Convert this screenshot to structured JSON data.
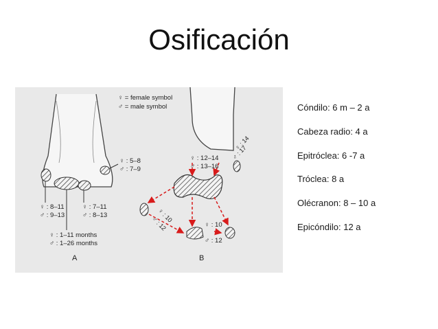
{
  "slide": {
    "title": "Osificación"
  },
  "figure": {
    "legend": {
      "female": "♀ = female symbol",
      "male": "♂ = male symbol"
    },
    "panel_a": {
      "label": "A",
      "labels": {
        "medial_f": "♀ : 5–8",
        "medial_m": "♂ : 7–9",
        "left_f": "♀ : 8–11",
        "left_m": "♂ : 9–13",
        "mid_f": "♀ : 7–11",
        "mid_m": "♂ : 8–13",
        "cap_f": "♀ : 1–11 months",
        "cap_m": "♂ : 1–26 months"
      }
    },
    "panel_b": {
      "label": "B",
      "labels": {
        "top_f": "♀ : 12–14",
        "top_m": "♂ : 13–16",
        "right_f": "♀ : 14",
        "right_m": "♂ : 17",
        "left_f": "♀ : 10",
        "left_m": "♂ : 12",
        "low_f": "♀ : 10",
        "low_m": "♂ : 12"
      }
    }
  },
  "facts": [
    "Cóndilo: 6 m – 2 a",
    "Cabeza radio: 4 a",
    "Epitróclea: 6 -7 a",
    "Tróclea: 8 a",
    "Olécranon: 8 – 10 a",
    "Epicóndilo: 12 a"
  ],
  "colors": {
    "arrow_red": "#d81b1b",
    "figure_bg": "#e9e9e9"
  }
}
